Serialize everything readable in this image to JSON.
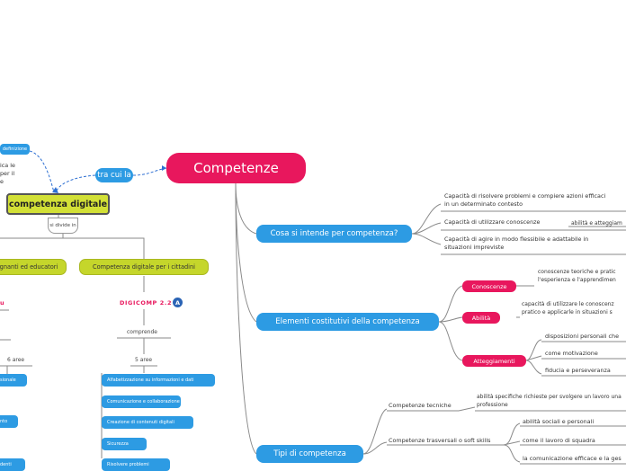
{
  "root": "Competenze",
  "tra_cui": "tra cui la",
  "definizione": "definizione",
  "left_fragment": [
    "ica le",
    "per il",
    "e"
  ],
  "competenza_digitale": "competenza digitale",
  "divide_in": "si divide in",
  "olive_left": "gnanti ed educatori",
  "olive_right": "Competenza digitale per i cittadini",
  "pink_fragment": "u",
  "digicomp": {
    "text": "DIGICOMP 2.2",
    "badge": "A"
  },
  "comprende": "comprende",
  "cinque_aree": "5 aree",
  "sei_aree": "6 aree",
  "areas": [
    "Alfabetizzazione su informazioni e dati",
    "Comunicazione e collaborazione",
    "Creazione di contenuti digitali",
    "Sicurezza",
    "Risolvere problemi"
  ],
  "left_small": [
    "sionale",
    "nto",
    "denti"
  ],
  "sections": {
    "cosa": {
      "title": "Cosa si intende per competenza?",
      "items": [
        "Capacità di risolvere problemi e compiere azioni efficaci in un determinato contesto",
        "Capacità di utilizzare conoscenze",
        "Capacità di agire in modo flessibile e adattabile in situazioni impreviste"
      ],
      "sub": "abilità e atteggiam"
    },
    "elementi": {
      "title": "Elementi costitutivi della competenza",
      "conoscenze": "Conoscenze",
      "conoscenze_desc": "conoscenze teoriche e pratic l'esperienza e l'apprendimen",
      "abilita": "Abilità",
      "abilita_desc": "capacità di utilizzare le conoscenz pratico e applicarle in situazioni s",
      "atteggiamenti": "Atteggiamenti",
      "atteggiamenti_items": [
        "disposizioni personali che",
        "come motivazione",
        "fiducia e perseveranza"
      ]
    },
    "tipi": {
      "title": "Tipi di competenza",
      "tecniche": "Competenze tecniche",
      "tecniche_desc": "abilità specifiche richieste per svolgere un lavoro una professione",
      "trasversali": "Competenze trasversali o soft skills",
      "trasversali_items": [
        "abilità sociali e personali",
        "come il lavoro di squadra",
        "la comunicazione efficace e la ges"
      ]
    }
  }
}
